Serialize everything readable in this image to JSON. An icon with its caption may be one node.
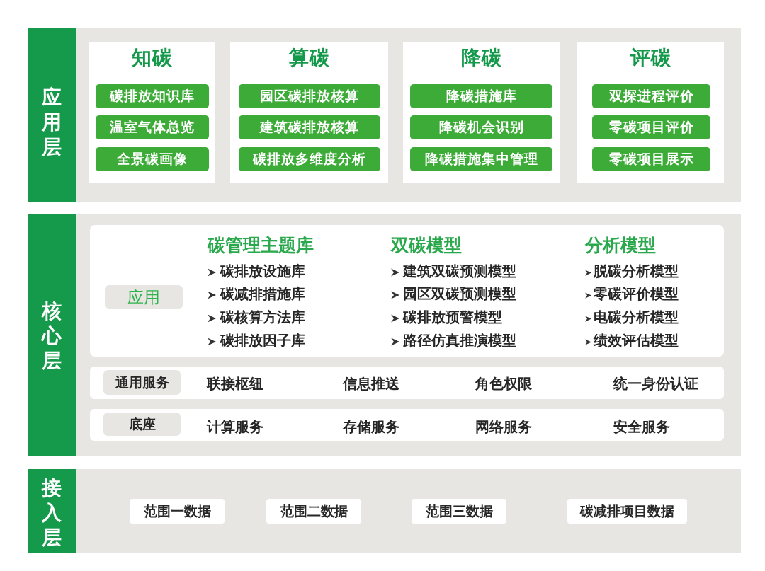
{
  "diagram": {
    "nodes": [
      {
        "text": [
          "应用层"
        ]
      },
      {
        "text": [
          "知碳"
        ],
        "in": 0
      },
      {
        "text": [
          "碳排放知识库"
        ],
        "in": 1
      },
      {
        "text": [
          "温室气体总览"
        ],
        "in": 1
      },
      {
        "text": [
          "全景碳画像"
        ],
        "in": 1
      },
      {
        "text": [
          "算碳"
        ],
        "in": 0
      },
      {
        "text": [
          "园区碳排放核算"
        ],
        "in": 5
      },
      {
        "text": [
          "建筑碳排放核算"
        ],
        "in": 5
      },
      {
        "text": [
          "碳排放多维度分析"
        ],
        "in": 5
      },
      {
        "text": [
          "降碳"
        ],
        "in": 0
      },
      {
        "text": [
          "降碳措施库"
        ],
        "in": 9
      },
      {
        "text": [
          "降碳机会识别"
        ],
        "in": 9
      },
      {
        "text": [
          "降碳措施集中管理"
        ],
        "in": 9
      },
      {
        "text": [
          "评碳"
        ],
        "in": 0
      },
      {
        "text": [
          "双探进程评价"
        ],
        "in": 13
      },
      {
        "text": [
          "零碳项目评价"
        ],
        "in": 13
      },
      {
        "text": [
          "零碳项目展示"
        ],
        "in": 13
      },
      {
        "text": [
          "核心层"
        ]
      },
      {
        "text": [
          "碳管理主题库",
          "碳排放设施库",
          "碳减排措施库",
          "碳核算方法库",
          "碳排放因子库",
          "双碳模型",
          "建筑双碳预测模型",
          "园区双碳预测模型",
          "碳排放预警模型",
          "路径仿真推演模型",
          "分析模型",
          "脱碳分析模型",
          "零碳评价模型",
          "电碳分析模型",
          "绩效评估模型"
        ],
        "in": 17
      },
      {
        "text": [
          "应用"
        ],
        "in": 18
      },
      {
        "text": [
          "联接枢纽",
          "信息推送",
          "角色权限",
          "统一身份认证"
        ],
        "in": 17
      },
      {
        "text": [
          "通用服务"
        ],
        "in": 20
      },
      {
        "text": [
          "计算服务",
          "存储服务",
          "网络服务",
          "安全服务"
        ],
        "in": 17
      },
      {
        "text": [
          "底座"
        ],
        "in": 22
      },
      {
        "text": [
          "接入层"
        ]
      },
      {
        "text": [
          "范围一数据"
        ],
        "in": 24
      },
      {
        "text": [
          "范围二数据"
        ],
        "in": 24
      },
      {
        "text": [
          "范围三数据"
        ],
        "in": 24
      },
      {
        "text": [
          "碳减排项目数据"
        ],
        "in": 24
      }
    ]
  }
}
